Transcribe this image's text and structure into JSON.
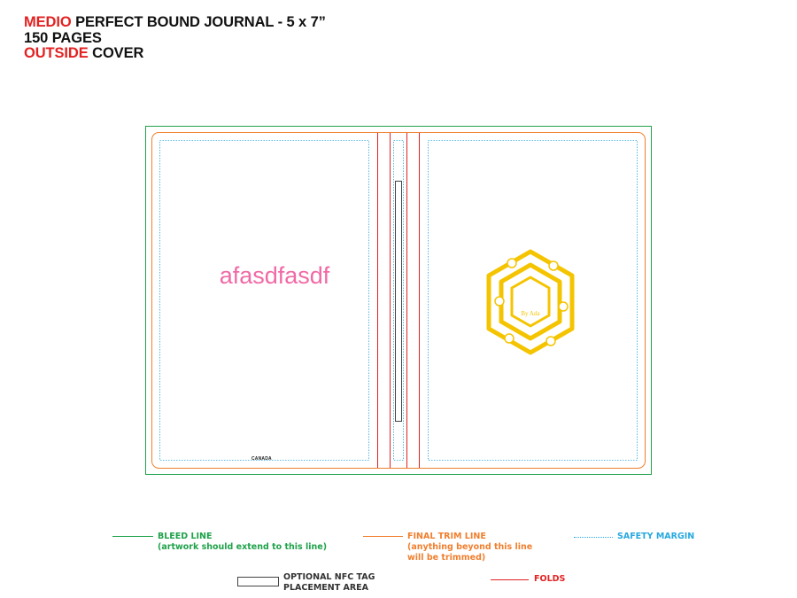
{
  "header": {
    "line1_highlight": "MEDIO",
    "line1_rest": " PERFECT BOUND JOURNAL - 5 x 7”",
    "line2": "150 PAGES",
    "line3_highlight": "OUTSIDE",
    "line3_rest": " COVER"
  },
  "cover": {
    "back_text": "afasdfasdf",
    "back_footer": "CANADA",
    "logo_text": "By Ada"
  },
  "legend": {
    "bleed_label": "BLEED LINE",
    "bleed_note": "(artwork should extend to this line)",
    "trim_label": "FINAL TRIM LINE",
    "trim_note_1": "(anything beyond this line",
    "trim_note_2": "will be trimmed)",
    "safety_label": "SAFETY MARGIN",
    "nfc_label_1": "OPTIONAL NFC TAG",
    "nfc_label_2": "PLACEMENT AREA",
    "folds_label": "FOLDS"
  },
  "colors": {
    "bleed": "#1fa24a",
    "trim": "#f07f2e",
    "safety": "#27a8e0",
    "folds": "#e32222",
    "logo": "#f5c400",
    "artwork_text": "#f06aa6"
  },
  "icons": [
    "logo-hexagon-icon"
  ]
}
